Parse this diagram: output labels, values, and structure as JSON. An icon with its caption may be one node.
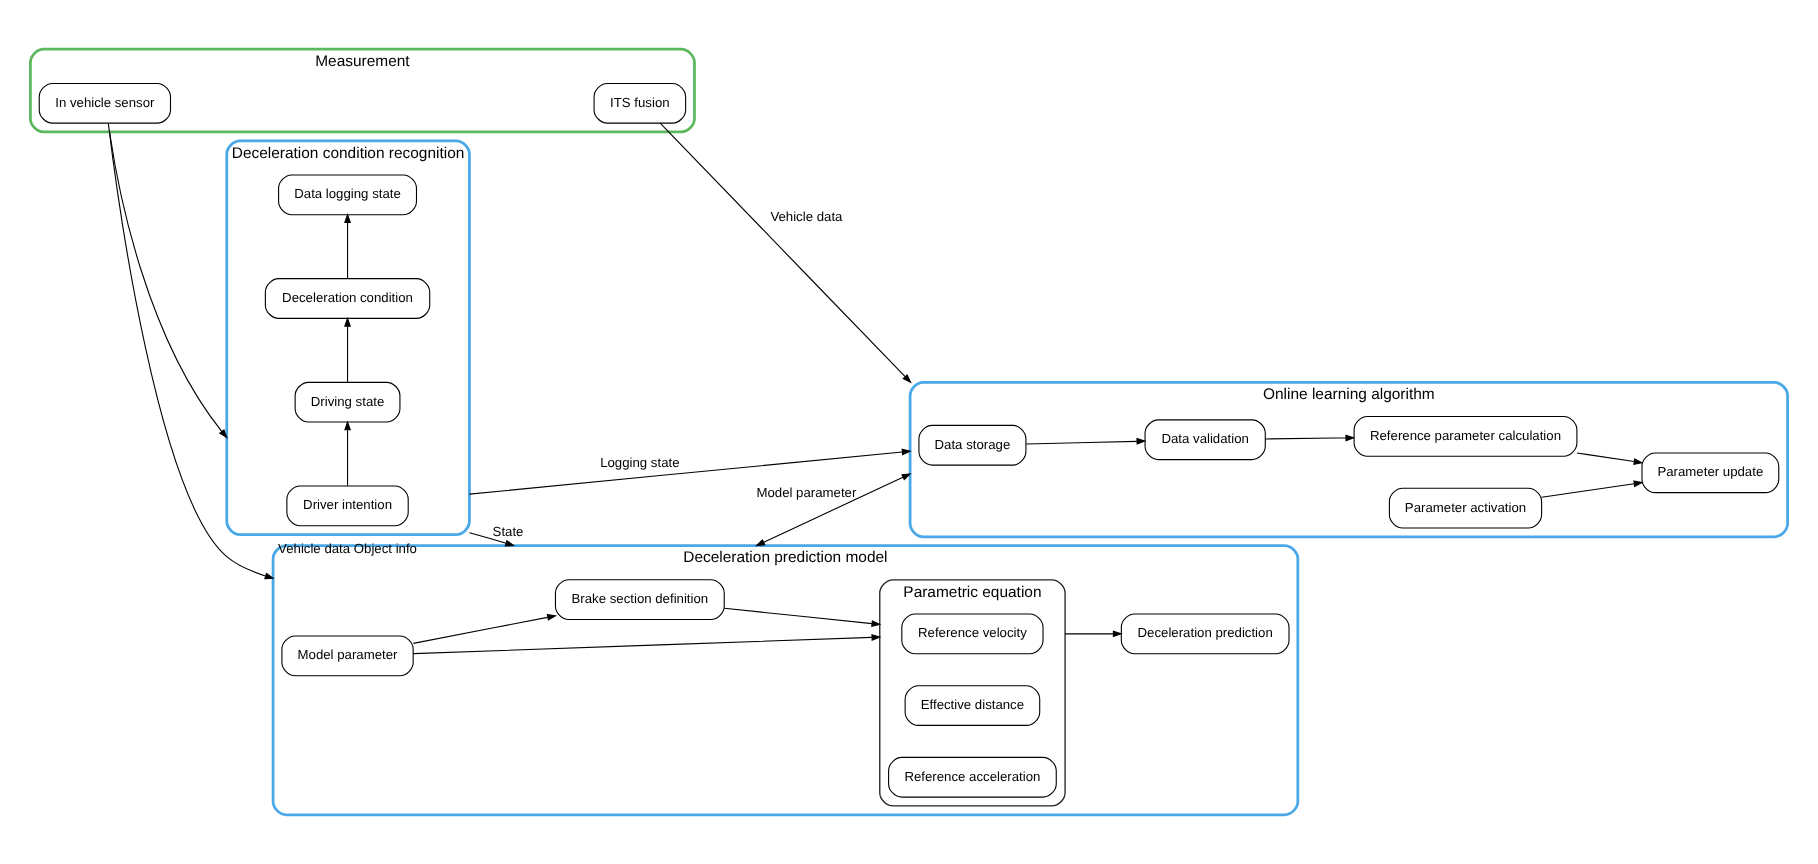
{
  "diagram": {
    "nodes": [
      {
        "text": [
          "Deceleration condition recognition"
        ]
      },
      {
        "text": [
          "Driver intention"
        ],
        "in": 0
      },
      {
        "text": [
          "Driving state"
        ],
        "in": 0
      },
      {
        "text": [
          "Deceleration condition"
        ],
        "in": 0
      },
      {
        "text": [
          "Data logging state"
        ],
        "in": 0
      },
      {
        "text": [
          "Deceleration prediction model"
        ]
      },
      {
        "text": [
          "Brake section definition"
        ],
        "in": 5
      },
      {
        "text": [
          "Parametric equation"
        ],
        "in": 5
      },
      {
        "text": [
          "Reference velocity"
        ],
        "in": 7
      },
      {
        "text": [
          "Effective distance"
        ],
        "in": 7
      },
      {
        "text": [
          "Reference acceleration"
        ],
        "in": 7
      },
      {
        "text": [
          "Deceleration prediction"
        ],
        "in": 5
      },
      {
        "text": [
          "Model parameter"
        ],
        "in": 5
      },
      {
        "text": [
          "Measurement"
        ]
      },
      {
        "text": [
          "In vehicle sensor"
        ],
        "in": 13
      },
      {
        "text": [
          "ITS fusion"
        ],
        "in": 13
      },
      {
        "text": [
          "Online learning algorithm"
        ]
      },
      {
        "text": [
          "Data storage"
        ],
        "in": 16
      },
      {
        "text": [
          "Reference parameter calculation"
        ],
        "in": 16
      },
      {
        "text": [
          "Parameter activation"
        ],
        "in": 16
      },
      {
        "text": [
          "Data validation"
        ],
        "in": 16
      },
      {
        "text": [
          "Parameter update"
        ],
        "in": 16
      }
    ],
    "edges": [
      {
        "from": 1,
        "to": 2,
        "arrow": "to"
      },
      {
        "from": 2,
        "to": 3,
        "arrow": "to"
      },
      {
        "from": 3,
        "to": 4,
        "arrow": "to"
      },
      {
        "from": 13,
        "to": 0,
        "arrow": "to"
      },
      {
        "from": 0,
        "to": 5,
        "arrow": "to",
        "label": "State"
      },
      {
        "from": 14,
        "to": 5,
        "arrow": "to",
        "label": "Vehicle data Object info"
      },
      {
        "from": 0,
        "to": 16,
        "arrow": "to",
        "label": "Logging state"
      },
      {
        "from": 15,
        "to": 16,
        "arrow": "to",
        "label": "Vehicle data"
      },
      {
        "from": 12,
        "to": 6,
        "arrow": "to"
      },
      {
        "from": 6,
        "to": 7,
        "arrow": "to"
      },
      {
        "from": 12,
        "to": 7,
        "arrow": "to"
      },
      {
        "from": 7,
        "to": 11,
        "arrow": "to"
      },
      {
        "from": 5,
        "to": 16,
        "arrow": "both",
        "label": "Model parameter"
      },
      {
        "from": 17,
        "to": 20,
        "arrow": "to"
      },
      {
        "from": 20,
        "to": 18,
        "arrow": "to"
      },
      {
        "from": 18,
        "to": 21,
        "arrow": "to"
      },
      {
        "from": 19,
        "to": 21,
        "arrow": "to"
      }
    ]
  }
}
